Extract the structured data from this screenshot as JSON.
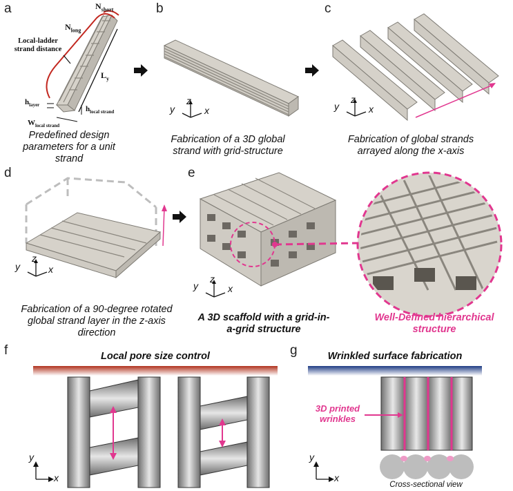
{
  "panels": {
    "a": {
      "letter": "a",
      "n_short": "N",
      "n_short_sub": "short",
      "n_long": "N",
      "n_long_sub": "long",
      "ladder_label": "Local-ladder strand distance",
      "l_y": "L",
      "l_y_sub": "y",
      "h_layer": "h",
      "h_layer_sub": "layer",
      "h_local": "h",
      "h_local_sub": "local strand",
      "w_local": "W",
      "w_local_sub": "local strand",
      "caption": "Predefined design parameters for a unit strand"
    },
    "b": {
      "letter": "b",
      "caption": "Fabrication of a 3D global strand with grid-structure"
    },
    "c": {
      "letter": "c",
      "caption": "Fabrication of global strands arrayed along the x-axis"
    },
    "d": {
      "letter": "d",
      "caption": "Fabrication of a 90-degree rotated global strand layer in the z-axis direction"
    },
    "e": {
      "letter": "e",
      "caption": "A 3D scaffold with a grid-in-a-grid structure",
      "callout": "Well-Defined hierarchical structure"
    },
    "f": {
      "letter": "f",
      "title": "Local pore size control"
    },
    "g": {
      "letter": "g",
      "title": "Wrinkled surface fabrication",
      "wrinkle_label": "3D printed wrinkles",
      "cross_label": "Cross-sectional view"
    }
  },
  "axes": {
    "x": "x",
    "y": "y",
    "z": "z"
  },
  "colors": {
    "magenta": "#e1378f",
    "red_bar": "#b0321e",
    "blue_bar": "#1f3c84",
    "scaffold": "#d6d2ca"
  }
}
